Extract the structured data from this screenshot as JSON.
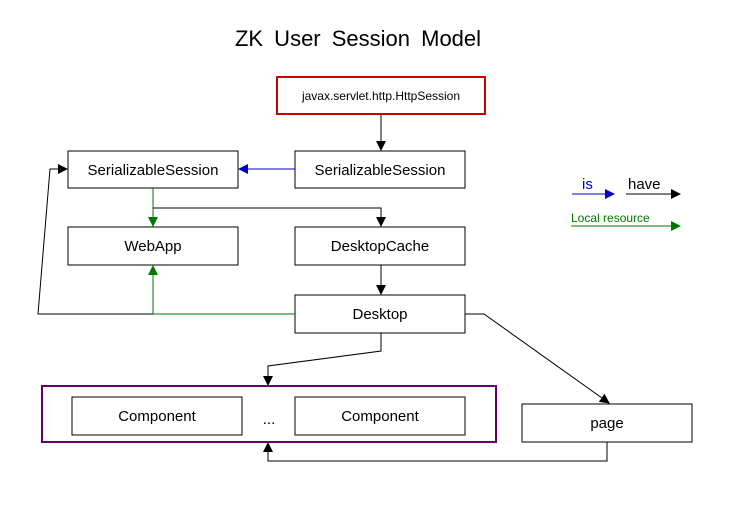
{
  "title": "ZK User Session Model",
  "nodes": {
    "http_session": "javax.servlet.http.HttpSession",
    "serializable_session_left": "SerializableSession",
    "serializable_session_right": "SerializableSession",
    "webapp": "WebApp",
    "desktop_cache": "DesktopCache",
    "desktop": "Desktop",
    "component_1": "Component",
    "ellipsis": "...",
    "component_2": "Component",
    "page": "page"
  },
  "legend": {
    "is": "is",
    "have": "have",
    "local_resource": "Local resource"
  },
  "colors": {
    "is": "#0000cc",
    "have": "#000000",
    "local_resource": "#007700",
    "session_border": "#cc0000",
    "component_group_border": "#660066"
  }
}
